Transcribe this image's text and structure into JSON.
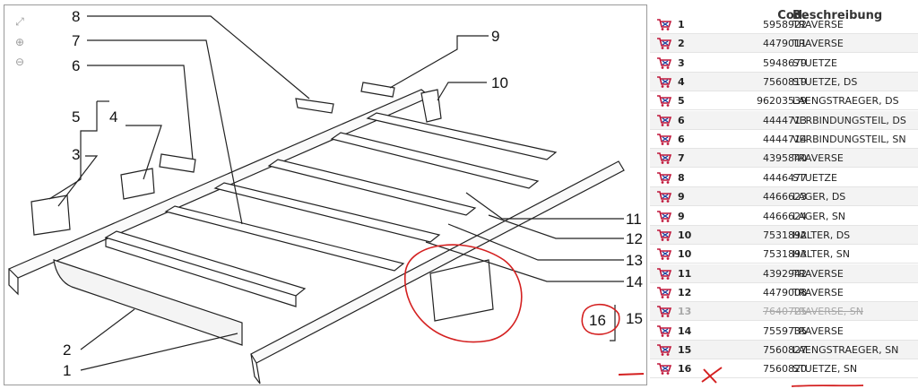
{
  "diagram": {
    "toolbar": [
      {
        "icon": "fullscreen-icon",
        "glyph": "⤢"
      },
      {
        "icon": "zoom-in-icon",
        "glyph": "⊕"
      },
      {
        "icon": "zoom-out-icon",
        "glyph": "⊖"
      }
    ],
    "callouts": [
      "8",
      "7",
      "6",
      "5",
      "4",
      "3",
      "2",
      "1",
      "9",
      "10",
      "11",
      "12",
      "13",
      "14",
      "16",
      "15"
    ],
    "annotation_color": "#d42020"
  },
  "table": {
    "headers": {
      "cod": "Cod.",
      "desc": "Beschreibung"
    },
    "rows": [
      {
        "pos": "1",
        "cod": "5958922",
        "desc": "TRAVERSE",
        "struck": false
      },
      {
        "pos": "2",
        "cod": "4479011",
        "desc": "TRAVERSE",
        "struck": false
      },
      {
        "pos": "3",
        "cod": "5948679",
        "desc": "STUETZE",
        "struck": false
      },
      {
        "pos": "4",
        "cod": "7560819",
        "desc": "STUETZE, DS",
        "struck": false
      },
      {
        "pos": "5",
        "cod": "96203539",
        "desc": "LAENGSTRAEGER, DS",
        "struck": false
      },
      {
        "pos": "6",
        "cod": "4444713",
        "desc": "VERBINDUNGSTEIL, DS",
        "struck": false
      },
      {
        "pos": "6",
        "cod": "4444714",
        "desc": "VERBINDUNGSTEIL, SN",
        "struck": false
      },
      {
        "pos": "7",
        "cod": "4395840",
        "desc": "TRAVERSE",
        "struck": false
      },
      {
        "pos": "8",
        "cod": "4446477",
        "desc": "STUETZE",
        "struck": false
      },
      {
        "pos": "9",
        "cod": "4466623",
        "desc": "LAGER, DS",
        "struck": false
      },
      {
        "pos": "9",
        "cod": "4466624",
        "desc": "LAGER, SN",
        "struck": false
      },
      {
        "pos": "10",
        "cod": "7531892",
        "desc": "HALTER, DS",
        "struck": false
      },
      {
        "pos": "10",
        "cod": "7531893",
        "desc": "HALTER, SN",
        "struck": false
      },
      {
        "pos": "11",
        "cod": "4392942",
        "desc": "TRAVERSE",
        "struck": false
      },
      {
        "pos": "12",
        "cod": "4479008",
        "desc": "TRAVERSE",
        "struck": false
      },
      {
        "pos": "13",
        "cod": "7640725",
        "desc": "TRAVERSE, SN",
        "struck": true
      },
      {
        "pos": "14",
        "cod": "7559735",
        "desc": "TRAVERSE",
        "struck": false
      },
      {
        "pos": "15",
        "cod": "7560827",
        "desc": "LAENGSTRAEGER, SN",
        "struck": false
      },
      {
        "pos": "16",
        "cod": "7560820",
        "desc": "STUETZE, SN",
        "struck": false
      }
    ],
    "cart_color": "#c0163a",
    "cart_icon": "shopping-cart-icon"
  }
}
